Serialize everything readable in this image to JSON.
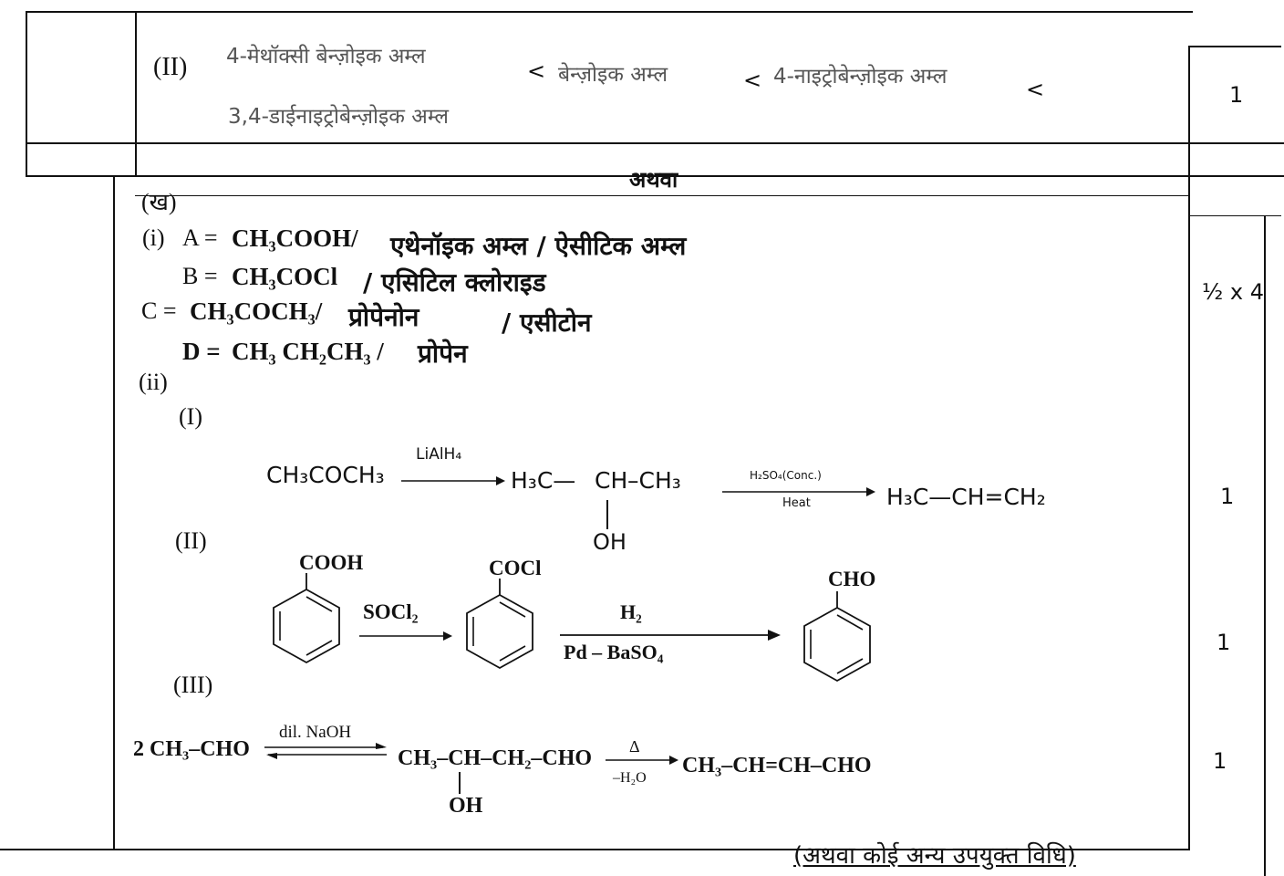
{
  "row1": {
    "label": "(II)",
    "line1_a": "4-मेथॉक्सी बेन्ज़ोइक अम्ल",
    "sep": "<",
    "line1_b": "बेन्ज़ोइक अम्ल",
    "line1_c": "4-नाइट्रोबेन्ज़ोइक अम्ल",
    "line2": "3,4-डाईनाइट्रोबेन्ज़ोइक अम्ल",
    "mark": "1"
  },
  "or_heading": "अथवा",
  "section": {
    "label": "(ख)",
    "part_i": "(i)",
    "A_lhs": "A =",
    "A_formula": "CH₃COOH/",
    "A_names": "एथेनॉइक अम्ल / ऐसीटिक अम्ल",
    "B_lhs": "B =",
    "B_formula": "CH₃COCl",
    "B_names": "/ एसिटिल क्लोराइड",
    "C_lhs": "C =",
    "C_formula": "CH₃COCH₃/",
    "C_name1": "प्रोपेनोन",
    "C_name2": "/ एसीटोन",
    "D_lhs": "D =",
    "D_formula": "CH₃ CH₂CH₃ /",
    "D_name": "प्रोपेन",
    "mark_i": "½ x 4",
    "part_ii": "(ii)",
    "sub_I": "(I)",
    "sub_II": "(II)",
    "sub_III": "(III)",
    "mark_I": "1",
    "mark_II": "1",
    "mark_III": "1",
    "footer": "(अथवा कोई अन्य उपयुक्त विधि)"
  },
  "rxn1": {
    "reactant": "CH₃COCH₃",
    "reagent": "LiAlH₄",
    "product1_left": "H₃C—",
    "product1_mid": "CH",
    "product1_right": "–CH₃",
    "oh": "OH",
    "reagent2_top": "H₂SO₄(Conc.)",
    "reagent2_bottom": "Heat",
    "product2": "H₃C—CH=CH₂"
  },
  "rxn2": {
    "group1": "COOH",
    "reagent1": "SOCl₂",
    "group2": "COCl",
    "reagent2_top": "H₂",
    "reagent2_bottom": "Pd – BaSO₄",
    "group3": "CHO"
  },
  "rxn3": {
    "reactant": "2 CH₃–CHO",
    "reagent": "dil. NaOH",
    "product1": "CH₃–CH–CH₂–CHO",
    "oh": "OH",
    "reagent2_top": "Δ",
    "reagent2_bottom": "–H₂O",
    "product2": "CH₃–CH=CH–CHO"
  }
}
